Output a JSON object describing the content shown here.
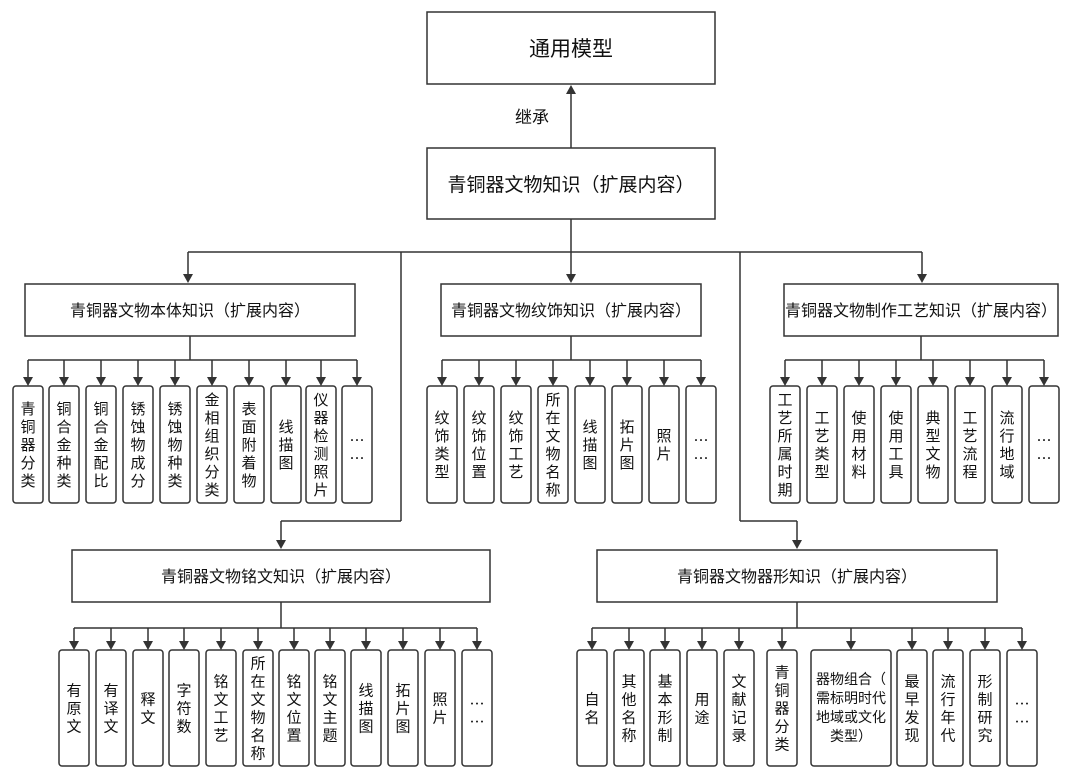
{
  "root": {
    "label": "通用模型"
  },
  "inherit_label": "继承",
  "center": {
    "label": "青铜器文物知识（扩展内容）"
  },
  "groups": [
    {
      "label": "青铜器文物本体知识（扩展内容）",
      "items": [
        "青铜器分类",
        "铜合金种类",
        "铜合金配比",
        "锈蚀物成分",
        "锈蚀物种类",
        "金相组织分类",
        "表面附着物",
        "线描图",
        "仪器检测照片",
        "……"
      ]
    },
    {
      "label": "青铜器文物纹饰知识（扩展内容）",
      "items": [
        "纹饰类型",
        "纹饰位置",
        "纹饰工艺",
        "所在文物名称",
        "线描图",
        "拓片图",
        "照片",
        "……"
      ]
    },
    {
      "label": "青铜器文物制作工艺知识（扩展内容）",
      "items": [
        "工艺所属时期",
        "工艺类型",
        "使用材料",
        "使用工具",
        "典型文物",
        "工艺流程",
        "流行地域",
        "……"
      ]
    },
    {
      "label": "青铜器文物铭文知识（扩展内容）",
      "items": [
        "有原文",
        "有译文",
        "释文",
        "字符数",
        "铭文工艺",
        "所在文物名称",
        "铭文位置",
        "铭文主题",
        "线描图",
        "拓片图",
        "照片",
        "……"
      ]
    },
    {
      "label": "青铜器文物器形知识（扩展内容）",
      "items": [
        "自名",
        "其他名称",
        "基本形制",
        "用途",
        "文献记录",
        "青铜器分类",
        "器物组合（需标明时代地域或文化类型）",
        "最早发现",
        "流行年代",
        "形制研究",
        "……"
      ]
    }
  ]
}
